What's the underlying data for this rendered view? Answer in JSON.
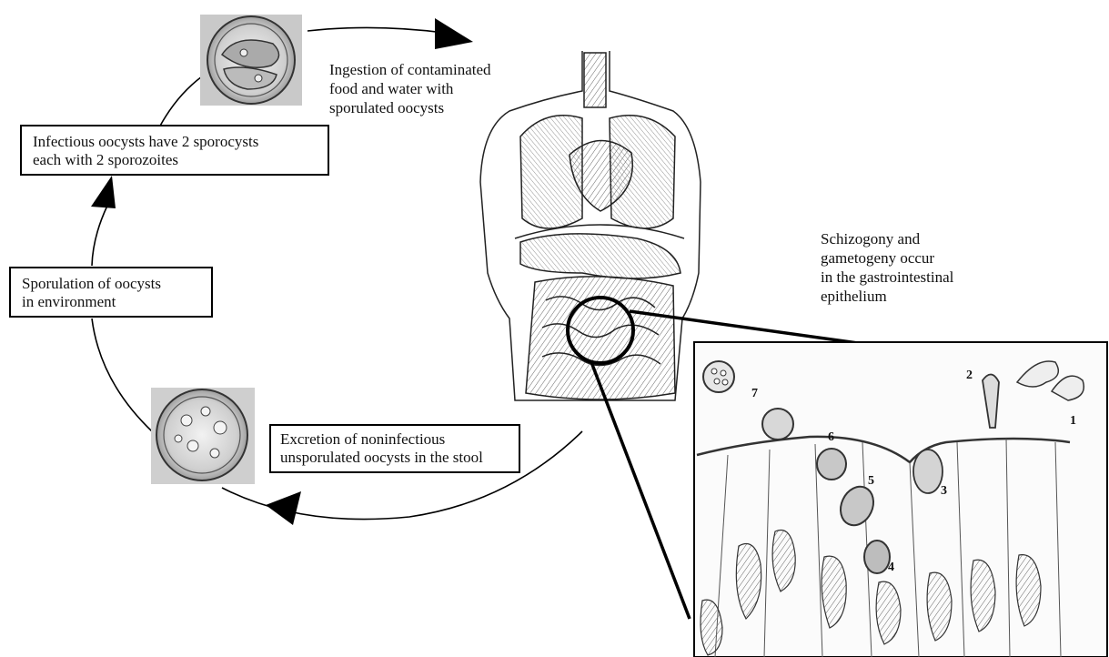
{
  "cycle": {
    "ingestion_lines": [
      "Ingestion of contaminated",
      "food and water with",
      "sporulated oocysts"
    ],
    "infectious_box_lines": [
      "Infectious oocysts have 2 sporocysts",
      "each with 2 sporozoites"
    ],
    "sporulation_box_lines": [
      "Sporulation of oocysts",
      "in environment"
    ],
    "excretion_box_lines": [
      "Excretion of noninfectious",
      "unsporulated oocysts in the stool"
    ],
    "schizogony_lines": [
      "Schizogony and",
      "gametogeny  occur",
      "in the gastrointestinal",
      "epithelium"
    ]
  },
  "inset": {
    "stage_numbers": [
      "1",
      "2",
      "3",
      "4",
      "5",
      "6",
      "7"
    ]
  },
  "icons": {
    "sporulated_oocyst": "sporulated-oocyst-icon",
    "unsporulated_oocyst": "unsporulated-oocyst-icon",
    "body": "human-torso-organs-icon"
  }
}
